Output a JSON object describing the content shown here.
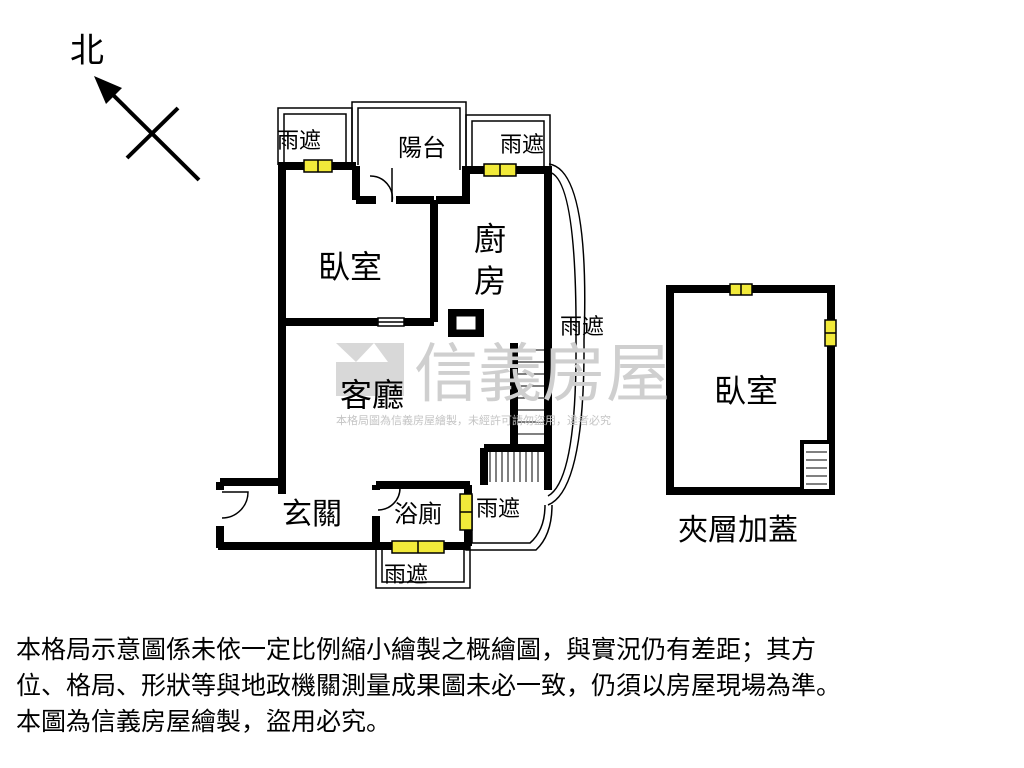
{
  "compass": {
    "north_label": "北"
  },
  "rooms": {
    "canopy_top_left": "雨遮",
    "balcony": "陽台",
    "canopy_top_right": "雨遮",
    "bedroom": "臥室",
    "kitchen_line1": "廚",
    "kitchen_line2": "房",
    "canopy_right": "雨遮",
    "living_room": "客廳",
    "entrance": "玄關",
    "bathroom": "浴廁",
    "canopy_bottom_right": "雨遮",
    "canopy_bottom": "雨遮"
  },
  "mezzanine": {
    "bedroom": "臥室",
    "caption": "夾層加蓋"
  },
  "watermark": {
    "brand": "信義房屋",
    "notice": "本格局圖為信義房屋繪製，未經許可請勿盜用，違者必究"
  },
  "disclaimer": {
    "line1": "本格局示意圖係未依一定比例縮小繪製之概繪圖，與實況仍有差距；其方",
    "line2": "位、格局、形狀等與地政機關測量成果圖未必一致，仍須以房屋現場為準。",
    "line3": "本圖為信義房屋繪製，盜用必究。"
  },
  "colors": {
    "wall": "#000000",
    "window": "#f2ea3a",
    "watermark": "#cfcfcf"
  }
}
